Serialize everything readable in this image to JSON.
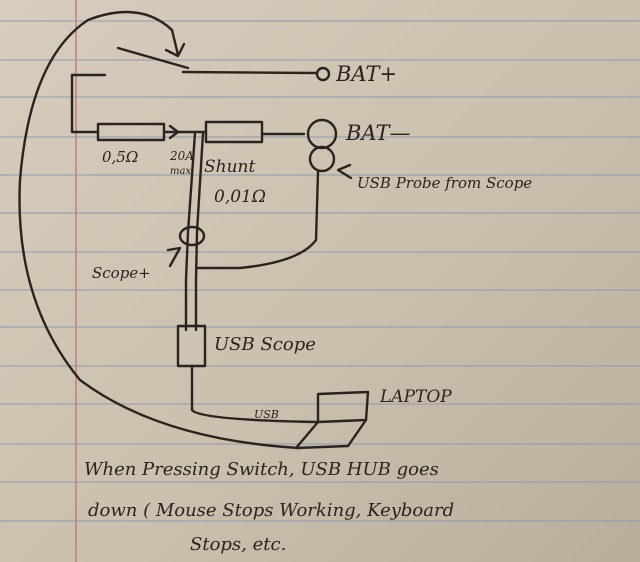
{
  "labels": {
    "bat_plus": "BAT+",
    "bat_minus": "BAT—",
    "shunt_series_resistor": "0,5Ω",
    "shunt_rating": "20A",
    "shunt_rating_max": "max",
    "shunt": "Shunt",
    "shunt_value": "0,01Ω",
    "usb_probe": "USB Probe from Scope",
    "scope_plus": "Scope+",
    "usb_scope": "USB Scope",
    "usb_cable": "USB",
    "laptop": "LAPTOP"
  },
  "note": {
    "line1": "When Pressing Switch, USB HUB goes",
    "line2": "down ( Mouse Stops Working, Keyboard",
    "line3": "Stops, etc."
  },
  "colors": {
    "paper": "#d4c9b8",
    "ruling": "#8a9bb0",
    "margin": "#c77a7e",
    "ink": "#2a2420"
  }
}
